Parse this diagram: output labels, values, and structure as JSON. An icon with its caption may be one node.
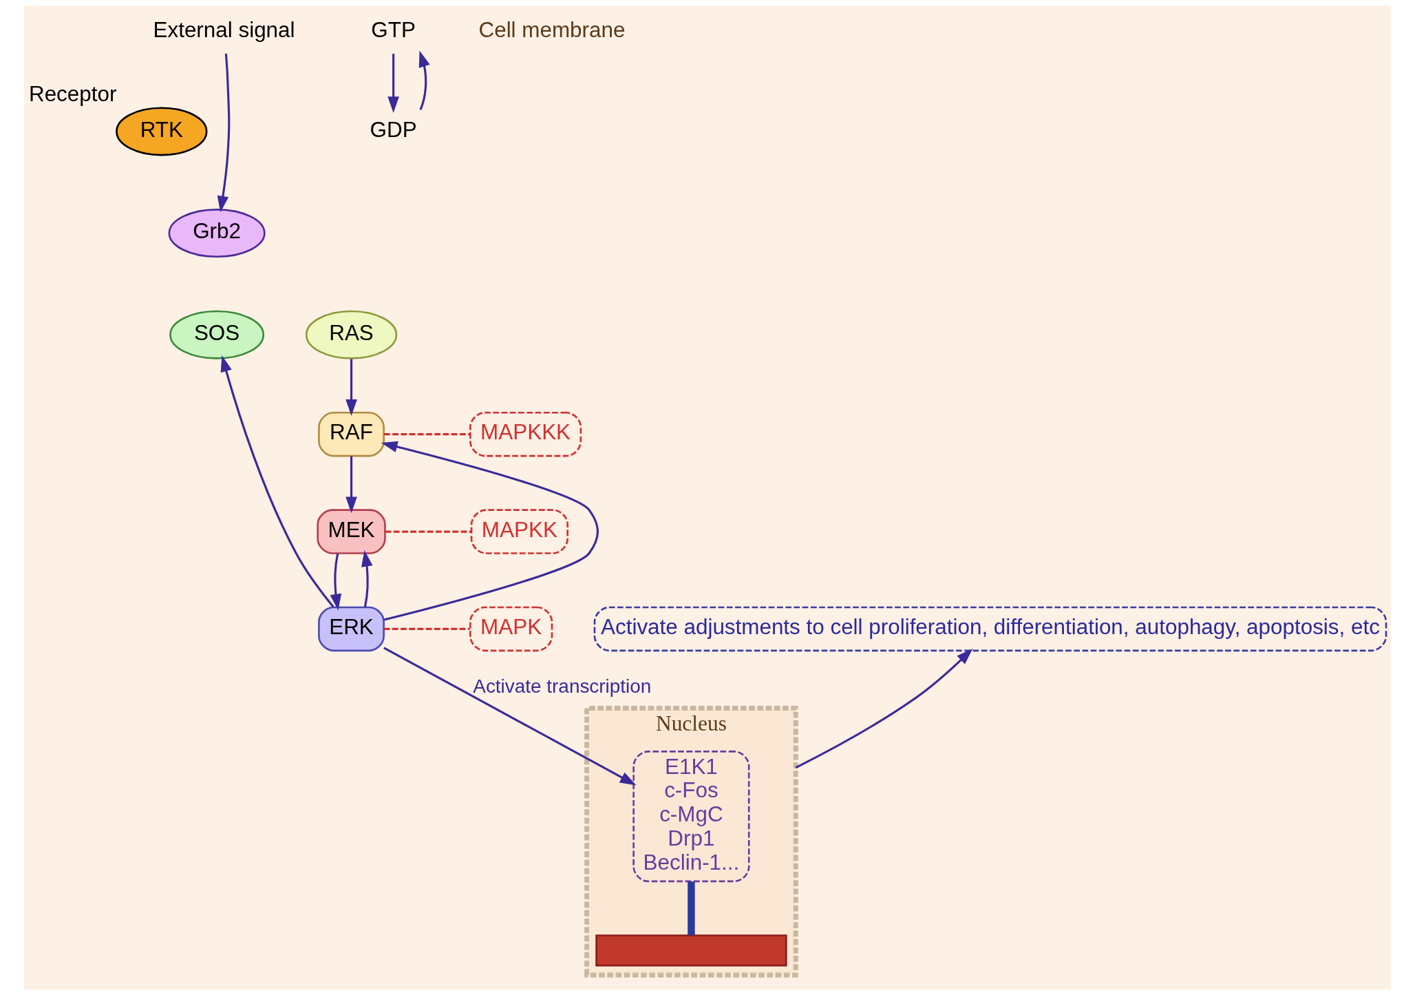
{
  "diagram": {
    "nodes": [
      {
        "text": [
          "External signal"
        ]
      },
      {
        "text": [
          "RTK"
        ],
        "beside": [
          "Receptor"
        ]
      },
      {
        "text": [
          "Grb2"
        ]
      },
      {
        "text": [
          "SOS"
        ]
      },
      {
        "text": [
          "RAS"
        ]
      },
      {
        "text": [
          "GTP"
        ]
      },
      {
        "text": [
          "GDP"
        ]
      },
      {
        "text": [
          "RAF"
        ]
      },
      {
        "text": [
          "MEK"
        ]
      },
      {
        "text": [
          "ERK"
        ]
      },
      {
        "text": [
          "MAPKKK"
        ]
      },
      {
        "text": [
          "MAPKK"
        ]
      },
      {
        "text": [
          "MAPK"
        ]
      },
      {
        "text": [
          "Activate adjustments to cell proliferation, differentiation, autophagy, apoptosis, etc"
        ]
      },
      {
        "text": [
          "Nucleus"
        ]
      },
      {
        "text": [
          "E1K1",
          "c-Fos",
          "c-MgC",
          "Drp1",
          "Beclin-1..."
        ],
        "in": 14
      },
      {
        "text": [],
        "shape": "box",
        "in": 14
      }
    ],
    "edges": [
      {
        "from": 0,
        "to": 2,
        "arrow": "to"
      },
      {
        "from": 5,
        "to": 6,
        "arrow": "to"
      },
      {
        "from": 6,
        "to": 5,
        "arrow": "to"
      },
      {
        "from": 4,
        "to": 7,
        "arrow": "to"
      },
      {
        "from": 7,
        "to": 8,
        "arrow": "to"
      },
      {
        "from": 8,
        "to": 9,
        "arrow": "to"
      },
      {
        "from": 9,
        "to": 3,
        "arrow": "to"
      },
      {
        "from": 9,
        "to": 7,
        "arrow": "to"
      },
      {
        "from": 9,
        "to": 8,
        "arrow": "to"
      },
      {
        "from": 7,
        "to": 10,
        "arrow": "none",
        "style": "dashed",
        "color": "#d03030"
      },
      {
        "from": 8,
        "to": 11,
        "arrow": "none",
        "style": "dashed",
        "color": "#d03030"
      },
      {
        "from": 9,
        "to": 12,
        "arrow": "none",
        "style": "dashed",
        "color": "#d03030"
      },
      {
        "from": 9,
        "to": 15,
        "arrow": "to",
        "label": "Activate transcription"
      },
      {
        "from": 14,
        "to": 13,
        "arrow": "to"
      },
      {
        "from": 15,
        "to": 16,
        "arrow": "none",
        "style": "thick",
        "color": "#2a3a9a"
      }
    ],
    "labels": [
      "Cell membrane"
    ]
  }
}
